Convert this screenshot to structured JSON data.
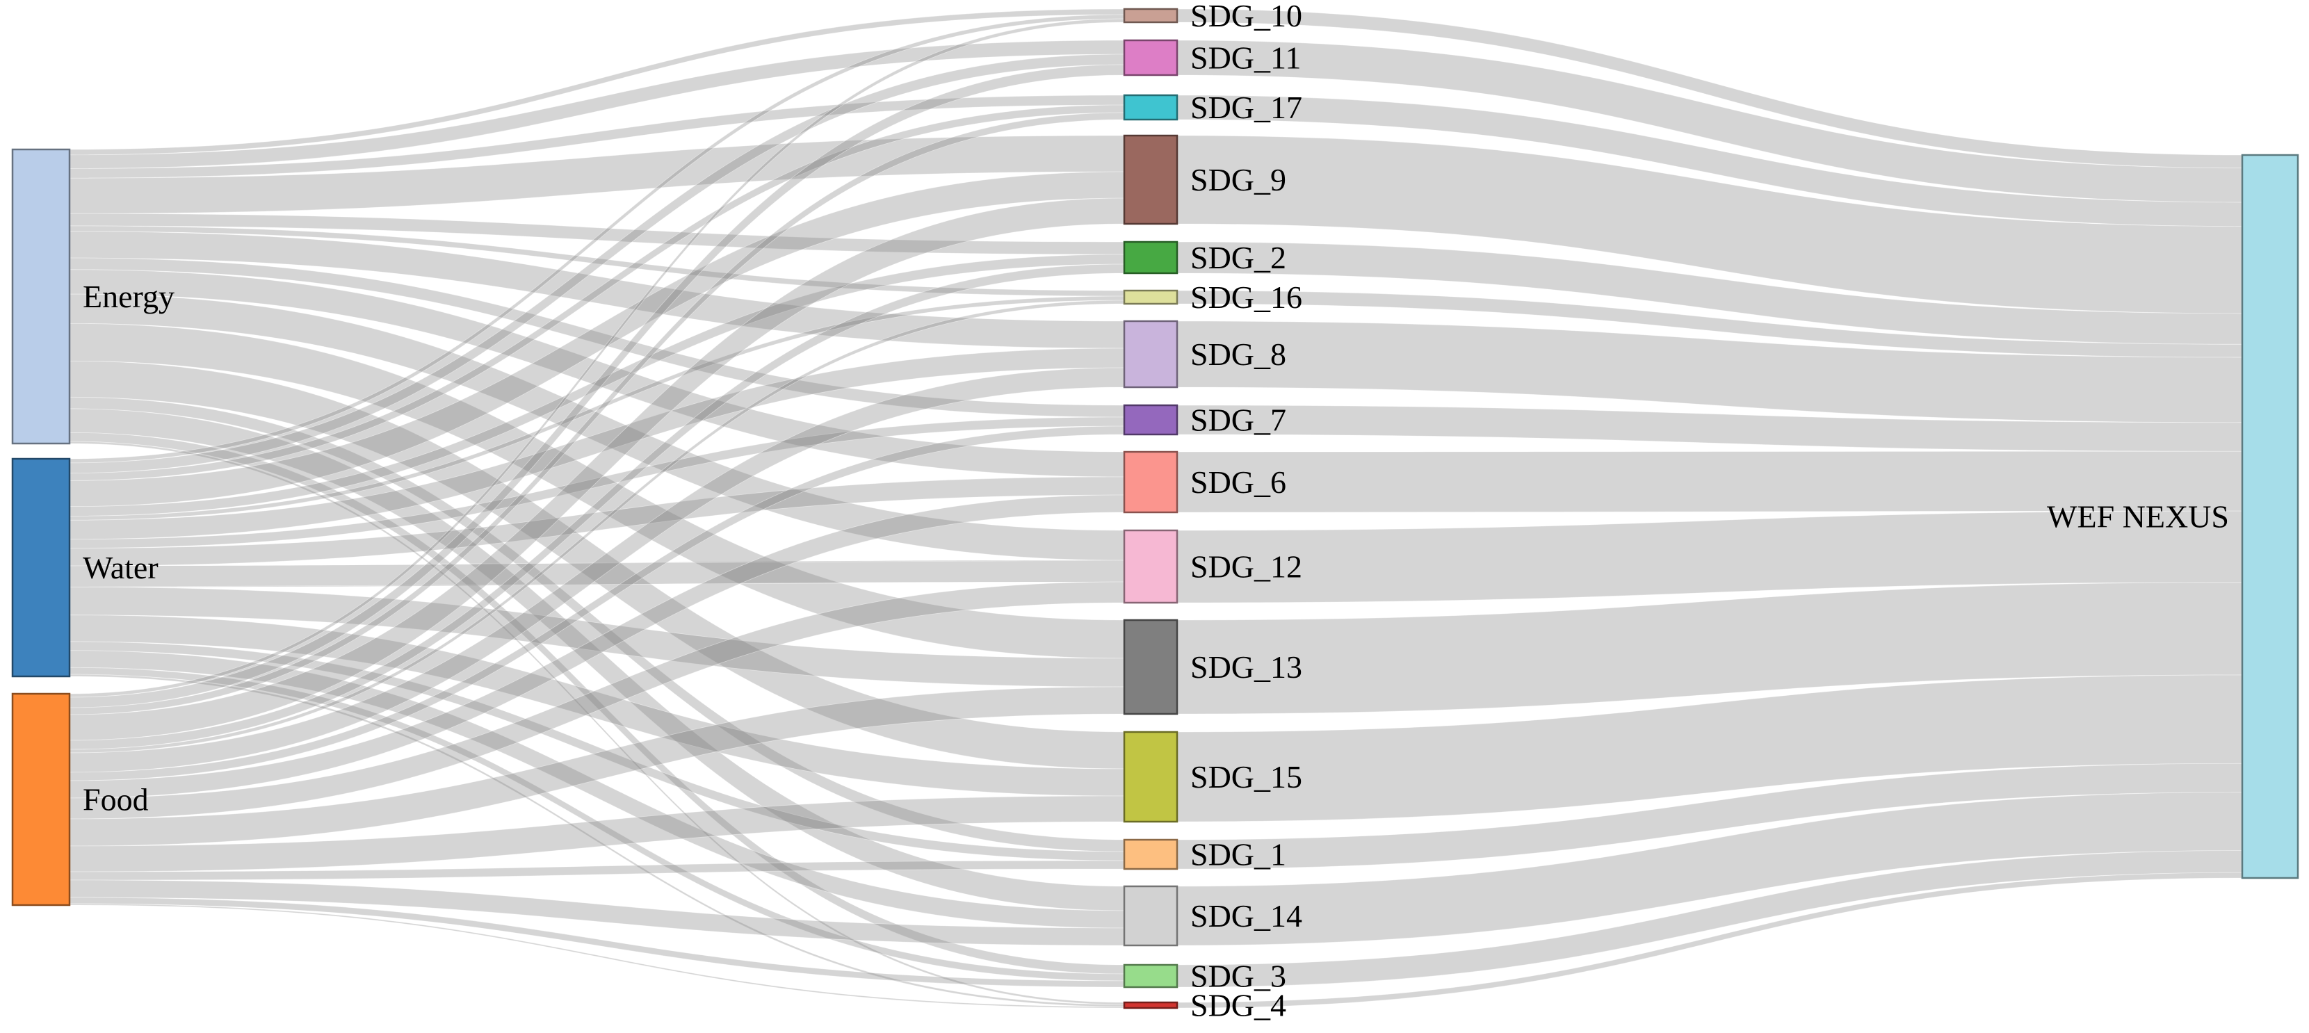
{
  "chart_data": {
    "type": "sankey",
    "title": "",
    "units": "relative flow size, estimated from ribbon thickness (total = 1054)",
    "total": 1054,
    "background": "#ffffff",
    "link_color": "#808080",
    "link_opacity": 0.33,
    "label_color": "#000000",
    "columns": [
      "sources",
      "sdgs",
      "nexus"
    ],
    "nodes": [
      {
        "name": "Energy",
        "column": "sources",
        "color": "#b9cde9",
        "total": 431
      },
      {
        "name": "Water",
        "column": "sources",
        "color": "#3d82bd",
        "total": 319
      },
      {
        "name": "Food",
        "column": "sources",
        "color": "#fd8a35",
        "total": 304
      },
      {
        "name": "SDG_10",
        "column": "sdgs",
        "color": "#c9a094",
        "total": 19
      },
      {
        "name": "SDG_11",
        "column": "sdgs",
        "color": "#dd7ec6",
        "total": 50
      },
      {
        "name": "SDG_17",
        "column": "sdgs",
        "color": "#3fc4d0",
        "total": 35
      },
      {
        "name": "SDG_9",
        "column": "sdgs",
        "color": "#9a685f",
        "total": 127
      },
      {
        "name": "SDG_2",
        "column": "sdgs",
        "color": "#47a943",
        "total": 45
      },
      {
        "name": "SDG_16",
        "column": "sdgs",
        "color": "#dee09c",
        "total": 19
      },
      {
        "name": "SDG_8",
        "column": "sdgs",
        "color": "#c9b4dc",
        "total": 95
      },
      {
        "name": "SDG_7",
        "column": "sdgs",
        "color": "#9468bd",
        "total": 42
      },
      {
        "name": "SDG_6",
        "column": "sdgs",
        "color": "#fb958e",
        "total": 87
      },
      {
        "name": "SDG_12",
        "column": "sdgs",
        "color": "#f6b8d3",
        "total": 104
      },
      {
        "name": "SDG_13",
        "column": "sdgs",
        "color": "#7f7f7f",
        "total": 135
      },
      {
        "name": "SDG_15",
        "column": "sdgs",
        "color": "#c1c544",
        "total": 129
      },
      {
        "name": "SDG_1",
        "column": "sdgs",
        "color": "#fdbf80",
        "total": 42
      },
      {
        "name": "SDG_14",
        "column": "sdgs",
        "color": "#d2d2d2",
        "total": 85
      },
      {
        "name": "SDG_3",
        "column": "sdgs",
        "color": "#97dc8b",
        "total": 32
      },
      {
        "name": "SDG_4",
        "column": "sdgs",
        "color": "#d23430",
        "total": 8
      },
      {
        "name": "WEF NEXUS",
        "column": "nexus",
        "color": "#a6dde9",
        "total": 1054
      }
    ],
    "links": [
      {
        "source": "Energy",
        "target": "SDG_10",
        "value": 8
      },
      {
        "source": "Energy",
        "target": "SDG_11",
        "value": 20
      },
      {
        "source": "Energy",
        "target": "SDG_17",
        "value": 14
      },
      {
        "source": "Energy",
        "target": "SDG_9",
        "value": 52
      },
      {
        "source": "Energy",
        "target": "SDG_2",
        "value": 18
      },
      {
        "source": "Energy",
        "target": "SDG_16",
        "value": 8
      },
      {
        "source": "Energy",
        "target": "SDG_8",
        "value": 39
      },
      {
        "source": "Energy",
        "target": "SDG_7",
        "value": 17
      },
      {
        "source": "Energy",
        "target": "SDG_6",
        "value": 36
      },
      {
        "source": "Energy",
        "target": "SDG_12",
        "value": 43
      },
      {
        "source": "Energy",
        "target": "SDG_13",
        "value": 55
      },
      {
        "source": "Energy",
        "target": "SDG_15",
        "value": 53
      },
      {
        "source": "Energy",
        "target": "SDG_1",
        "value": 17
      },
      {
        "source": "Energy",
        "target": "SDG_14",
        "value": 35
      },
      {
        "source": "Energy",
        "target": "SDG_3",
        "value": 13
      },
      {
        "source": "Energy",
        "target": "SDG_4",
        "value": 3
      },
      {
        "source": "Water",
        "target": "SDG_10",
        "value": 6
      },
      {
        "source": "Water",
        "target": "SDG_11",
        "value": 15
      },
      {
        "source": "Water",
        "target": "SDG_17",
        "value": 11
      },
      {
        "source": "Water",
        "target": "SDG_9",
        "value": 38
      },
      {
        "source": "Water",
        "target": "SDG_2",
        "value": 14
      },
      {
        "source": "Water",
        "target": "SDG_16",
        "value": 6
      },
      {
        "source": "Water",
        "target": "SDG_8",
        "value": 28
      },
      {
        "source": "Water",
        "target": "SDG_7",
        "value": 13
      },
      {
        "source": "Water",
        "target": "SDG_6",
        "value": 26
      },
      {
        "source": "Water",
        "target": "SDG_12",
        "value": 31
      },
      {
        "source": "Water",
        "target": "SDG_13",
        "value": 41
      },
      {
        "source": "Water",
        "target": "SDG_15",
        "value": 39
      },
      {
        "source": "Water",
        "target": "SDG_1",
        "value": 13
      },
      {
        "source": "Water",
        "target": "SDG_14",
        "value": 25
      },
      {
        "source": "Water",
        "target": "SDG_3",
        "value": 10
      },
      {
        "source": "Water",
        "target": "SDG_4",
        "value": 3
      },
      {
        "source": "Food",
        "target": "SDG_10",
        "value": 5
      },
      {
        "source": "Food",
        "target": "SDG_11",
        "value": 15
      },
      {
        "source": "Food",
        "target": "SDG_17",
        "value": 10
      },
      {
        "source": "Food",
        "target": "SDG_9",
        "value": 37
      },
      {
        "source": "Food",
        "target": "SDG_2",
        "value": 13
      },
      {
        "source": "Food",
        "target": "SDG_16",
        "value": 5
      },
      {
        "source": "Food",
        "target": "SDG_8",
        "value": 28
      },
      {
        "source": "Food",
        "target": "SDG_7",
        "value": 12
      },
      {
        "source": "Food",
        "target": "SDG_6",
        "value": 25
      },
      {
        "source": "Food",
        "target": "SDG_12",
        "value": 30
      },
      {
        "source": "Food",
        "target": "SDG_13",
        "value": 39
      },
      {
        "source": "Food",
        "target": "SDG_15",
        "value": 37
      },
      {
        "source": "Food",
        "target": "SDG_1",
        "value": 12
      },
      {
        "source": "Food",
        "target": "SDG_14",
        "value": 25
      },
      {
        "source": "Food",
        "target": "SDG_3",
        "value": 9
      },
      {
        "source": "Food",
        "target": "SDG_4",
        "value": 2
      },
      {
        "source": "SDG_10",
        "target": "WEF NEXUS",
        "value": 19
      },
      {
        "source": "SDG_11",
        "target": "WEF NEXUS",
        "value": 50
      },
      {
        "source": "SDG_17",
        "target": "WEF NEXUS",
        "value": 35
      },
      {
        "source": "SDG_9",
        "target": "WEF NEXUS",
        "value": 127
      },
      {
        "source": "SDG_2",
        "target": "WEF NEXUS",
        "value": 45
      },
      {
        "source": "SDG_16",
        "target": "WEF NEXUS",
        "value": 19
      },
      {
        "source": "SDG_8",
        "target": "WEF NEXUS",
        "value": 95
      },
      {
        "source": "SDG_7",
        "target": "WEF NEXUS",
        "value": 42
      },
      {
        "source": "SDG_6",
        "target": "WEF NEXUS",
        "value": 87
      },
      {
        "source": "SDG_12",
        "target": "WEF NEXUS",
        "value": 104
      },
      {
        "source": "SDG_13",
        "target": "WEF NEXUS",
        "value": 135
      },
      {
        "source": "SDG_15",
        "target": "WEF NEXUS",
        "value": 129
      },
      {
        "source": "SDG_1",
        "target": "WEF NEXUS",
        "value": 42
      },
      {
        "source": "SDG_14",
        "target": "WEF NEXUS",
        "value": 85
      },
      {
        "source": "SDG_3",
        "target": "WEF NEXUS",
        "value": 32
      },
      {
        "source": "SDG_4",
        "target": "WEF NEXUS",
        "value": 8
      }
    ]
  }
}
